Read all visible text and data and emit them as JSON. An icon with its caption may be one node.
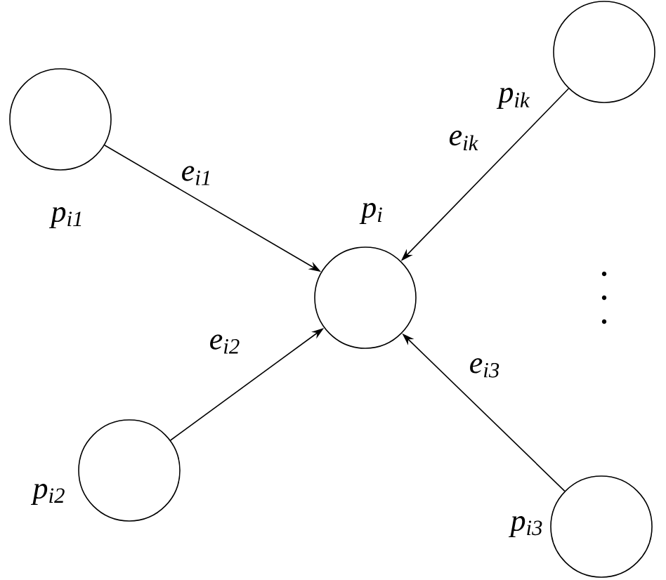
{
  "diagram": {
    "nodes": [
      {
        "text": [
          "p$_{i}$"
        ]
      },
      {
        "text": [
          "p$_{i1}$"
        ]
      },
      {
        "text": [
          "p$_{ik}$"
        ]
      },
      {
        "text": [
          "p$_{i2}$"
        ]
      },
      {
        "text": [
          "p$_{i3}$"
        ]
      }
    ],
    "edges": [
      {
        "from": 1,
        "to": 0,
        "arrow": "to",
        "label": "e$_{i1}$"
      },
      {
        "from": 2,
        "to": 0,
        "arrow": "to",
        "label": "e$_{ik}$"
      },
      {
        "from": 3,
        "to": 0,
        "arrow": "to",
        "label": "e$_{i2}$"
      },
      {
        "from": 4,
        "to": 0,
        "arrow": "to",
        "label": "e$_{i3}$"
      }
    ]
  }
}
